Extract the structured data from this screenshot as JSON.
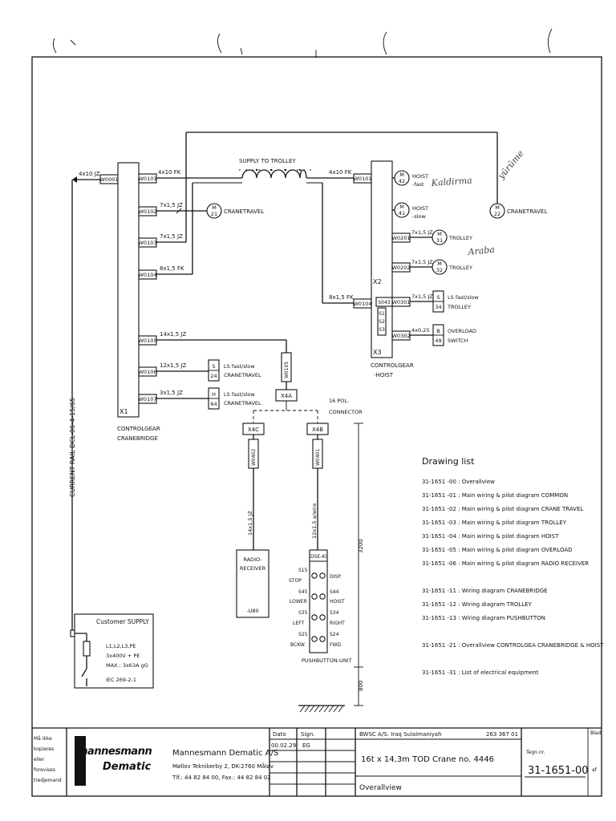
{
  "diagram": {
    "cables": {
      "w0001": {
        "id": "W0001",
        "spec": "4x10 JZ"
      },
      "w0101": {
        "id": "W0101",
        "spec": "4x10 FK"
      },
      "w0102": {
        "id": "W0102",
        "spec": "7x1,5 JZ"
      },
      "w0103": {
        "id": "W0103",
        "spec": "7x1,5 JZ"
      },
      "w0104": {
        "id": "W0104",
        "spec": "8x1,5 FK"
      },
      "w0105": {
        "id": "W0105",
        "spec": "14x1,5 JZ"
      },
      "w0106": {
        "id": "W0106",
        "spec": "12x1,5 JZ"
      },
      "w0107": {
        "id": "W0107",
        "spec": "3x1,5 JZ"
      },
      "h_w0101": {
        "id": "W0101",
        "spec": "4x10 FK"
      },
      "h_w0104": {
        "id": "W0104",
        "spec": "8x1,5 FK"
      },
      "w0201": {
        "id": "W0201",
        "spec": "7x1,5 JZ"
      },
      "w0202": {
        "id": "W0202",
        "spec": "7x1,5 JZ"
      },
      "w0301": {
        "id": "W0301",
        "spec": "7x1,5 JZ"
      },
      "w0302": {
        "id": "W0302",
        "spec": "4x0,25"
      },
      "w0105v": {
        "id": "W0105"
      },
      "w0401": {
        "id": "W0401",
        "spec": "14x1,5 JZ"
      },
      "w0402": {
        "id": "W0402",
        "spec": "12x1,5 a/wire"
      }
    },
    "supply_to_trolley": "SUPPLY TO TROLLEY",
    "current_rail": "CURRENT RAIL DCL-06-4-15/65",
    "x1": {
      "id": "X1",
      "label1": "CONTROLGEAR",
      "label2": "CRANEBRIDGE"
    },
    "x2": {
      "id": "X2"
    },
    "x3": {
      "id": "X3",
      "label1": "CONTROLGEAR",
      "label2": "-HOIST"
    },
    "motors": {
      "m21": {
        "letter": "M",
        "num": "21",
        "label": "CRANETRAVEL"
      },
      "m22": {
        "letter": "M",
        "num": "22",
        "label": "CRANETRAVEL"
      },
      "m42": {
        "letter": "M",
        "num": "42",
        "label1": "HOIST",
        "label2": "-fast"
      },
      "m41": {
        "letter": "M",
        "num": "41",
        "label1": "HOIST",
        "label2": "-slow"
      },
      "m31": {
        "letter": "M",
        "num": "31",
        "label": "TROLLEY"
      },
      "m32": {
        "letter": "M",
        "num": "32",
        "label": "TROLLEY"
      }
    },
    "switches": {
      "s34": {
        "letter": "S",
        "num": "34",
        "label1": "LS fast/slow",
        "label2": "TROLLEY"
      },
      "b49": {
        "letter": "B",
        "num": "49",
        "label1": "OVERLOAD",
        "label2": "SWITCH"
      },
      "s24": {
        "letter": "S",
        "num": "24",
        "label1": "LS fast/slow",
        "label2": "CRANETRAVEL"
      },
      "h64": {
        "letter": "H",
        "num": "64",
        "label1": "LS fast/slow",
        "label2": "CRANETRAVEL"
      }
    },
    "hoist_switch": {
      "s043": "S043",
      "s1": "S1",
      "s2": "S2",
      "s3": "S3"
    },
    "connectors": {
      "x4a": "X4A",
      "x4c": "X4C",
      "x4b": "X4B",
      "pol": "16 POL.",
      "conn": "CONNECTOR"
    },
    "radio": {
      "line1": "RADIO-",
      "line2": "RECEIVER",
      "line3": "-U80"
    },
    "pushbutton": {
      "top": "DSE-KI",
      "title": "PUSHBUTTON-UNIT",
      "rows": [
        {
          "lcode": "S15",
          "lname": "STOP",
          "rname": "DISP."
        },
        {
          "lcode": "S45",
          "lname": "LOWER",
          "rcode": "S44",
          "rname": "HOIST"
        },
        {
          "lcode": "S35",
          "lname": "LEFT",
          "rcode": "S34",
          "rname": "RIGHT"
        },
        {
          "lcode": "S25",
          "lname": "BCKW.",
          "rcode": "S24",
          "rname": "FWD."
        }
      ]
    },
    "dims": {
      "d1": "3200",
      "d2": "800"
    },
    "customer": {
      "title": "Customer SUPPLY",
      "l1": "L1,L2,L3,PE",
      "l2": "3x400V + PE",
      "l3": "MAX.: 3x63A gG",
      "l4": "IEC 269-2-1"
    },
    "handwriting": {
      "h1": "Kaldirma",
      "h2": "yürüme",
      "h3": "Araba"
    }
  },
  "drawing_list": {
    "title": "Drawing list",
    "items": [
      "31-1651 -00 : Overallview",
      "31-1651 -01 : Main wiring & pilot diagram COMMON",
      "31-1651 -02 : Main wiring & pilot diagram CRANE TRAVEL",
      "31-1651 -03 : Main wiring & pilot diagram TROLLEY",
      "31-1651 -04 : Main wiring & pilot diagram HOIST",
      "31-1651 -05 : Main wiring & pilot diagram OVERLOAD",
      "31-1651 -06 : Main wiring & pilot diagram RADIO RECEIVER",
      "31-1651 -11 : Wiring diagram CRANEBRIDGE",
      "31-1651 -12 : Wiring diagram TROLLEY",
      "31-1651 -13 : Wiring diagram PUSHBUTTON",
      "31-1651 -21 : Overallview CONTROLGEA CRANEBRIDGE & HOIST",
      "31-1651 -31 : List of electrical equipment"
    ]
  },
  "title_block": {
    "notice": [
      "Må ikke",
      "kopieres",
      "eller",
      "forevises",
      "tredjemand"
    ],
    "logo1": "mannesmann",
    "logo2": "Dematic",
    "company": "Mannesmann Dematic A/S",
    "address": "Møllov Teknikerby 2, DK-2760 Måløv",
    "phone": "Tlf.: 44 82 84 00, Fax.: 44 82 84 02",
    "dato_label": "Dato",
    "sign_label": "Sign.",
    "date": "00.02.29",
    "sign": "EG",
    "customer_line": "BWSC A/S: Iraq Sulaimaniyah",
    "order_no": "263 367 01",
    "title": "16t x 14,3m TOD Crane no. 4446",
    "subtitle": "Overallview",
    "tegn_label": "Tegn.nr.",
    "drawing_no": "31-1651-00",
    "blad": "Blad",
    "af": "af"
  }
}
